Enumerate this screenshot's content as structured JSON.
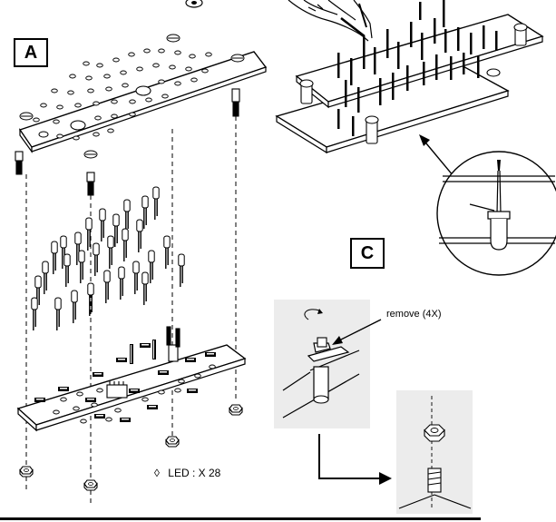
{
  "step_labels": {
    "a": "A",
    "c": "C"
  },
  "callouts": {
    "remove": "remove (4X)"
  },
  "parts": {
    "led_symbol": "◊",
    "led_quantity": "LED : X 28"
  },
  "colors": {
    "ink": "#000000",
    "paper": "#ffffff",
    "photo_bg": "#ececec"
  }
}
